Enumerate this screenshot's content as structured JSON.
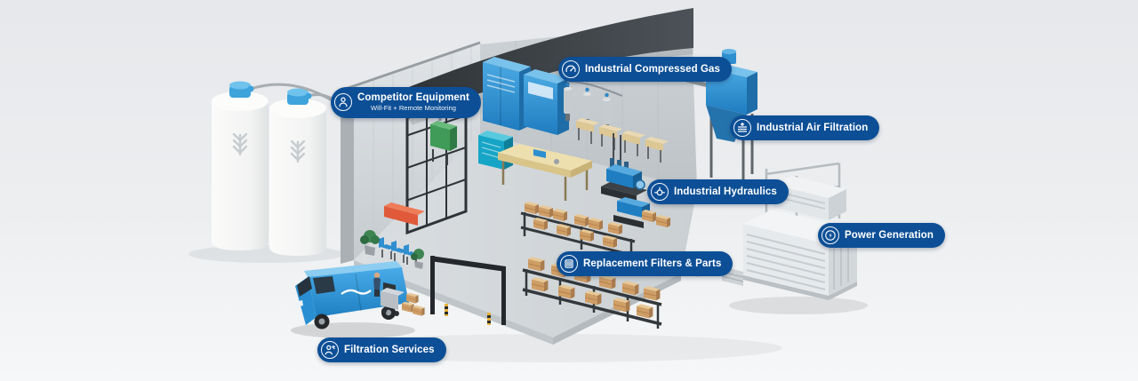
{
  "colors": {
    "background": "#e9ebed",
    "callout_background": "#0d4f96",
    "callout_text": "#ffffff",
    "equipment_blue": "#2e8fd0",
    "roof_dark": "#33383b",
    "silo_white": "#f3f4f3",
    "crate_tan": "#cf9e66"
  },
  "callouts": [
    {
      "id": "industrial-compressed-gas",
      "label": "Industrial Compressed Gas",
      "icon": "gauge-icon"
    },
    {
      "id": "competitor-equipment",
      "label": "Competitor Equipment",
      "sublabel": "Will-Fit + Remote Monitoring",
      "icon": "technician-icon"
    },
    {
      "id": "industrial-air-filtration",
      "label": "Industrial Air Filtration",
      "icon": "air-filter-icon"
    },
    {
      "id": "industrial-hydraulics",
      "label": "Industrial Hydraulics",
      "icon": "hydraulic-pump-icon"
    },
    {
      "id": "power-generation",
      "label": "Power Generation",
      "icon": "power-bolt-icon"
    },
    {
      "id": "replacement-filters-parts",
      "label": "Replacement Filters & Parts",
      "icon": "filter-cartridge-icon"
    },
    {
      "id": "filtration-services",
      "label": "Filtration Services",
      "icon": "service-technician-icon"
    }
  ]
}
